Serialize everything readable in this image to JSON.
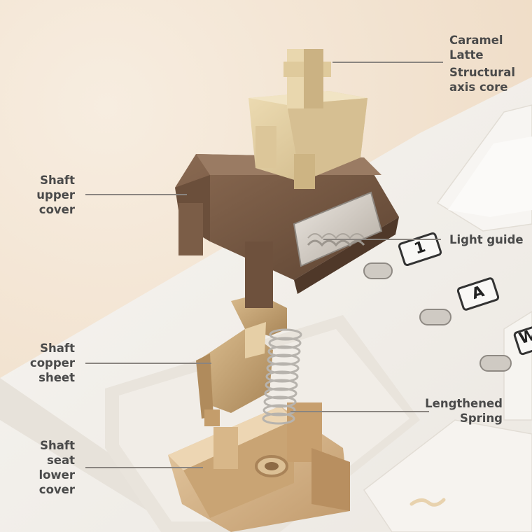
{
  "labels": {
    "caramel_latte": [
      "Caramel",
      "Latte"
    ],
    "structural_axis_core": [
      "Structural",
      "axis core"
    ],
    "shaft_upper_cover": [
      "Shaft",
      "upper",
      "cover"
    ],
    "light_guide": [
      "Light guide"
    ],
    "shaft_copper_sheet": [
      "Shaft",
      "copper",
      "sheet"
    ],
    "lengthened_spring": [
      "Lengthened",
      "Spring"
    ],
    "shaft_seat_lower_cover": [
      "Shaft",
      "seat",
      "lower",
      "cover"
    ]
  },
  "keycap_legends": {
    "key_1": "1",
    "key_a": "A",
    "key_w": "W"
  },
  "colors": {
    "background": "#f3e6d6",
    "keyboard_body": "#f4f2ee",
    "upper_cover": "#7a5a44",
    "stem": "#e3d1a6",
    "lower_cover": "#d9b98e",
    "copper": "#c9a77a",
    "label_text": "#4a4a4a",
    "leader_line": "#8a8580"
  }
}
